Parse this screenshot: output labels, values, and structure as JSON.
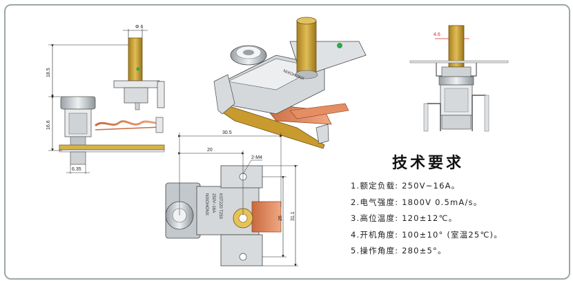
{
  "dimensions": {
    "phi6": "Φ 6",
    "d185": "18.5",
    "d166": "16.6",
    "d635": "6.35",
    "d46": "4.6",
    "d305": "30.5",
    "d20": "20",
    "hole_callout": "2-M4",
    "d26": "26",
    "d311": "31.1"
  },
  "part_labels": {
    "brand": "NIXOHONX",
    "rating": "250V~16A",
    "model": "KST220 T250"
  },
  "specs": {
    "title": "技术要求",
    "items": [
      "1.额定负载: 250V~16A。",
      "2.电气强度: 1800V 0.5mA/s。",
      "3.高位温度: 120±12℃。",
      "4.开机角度: 100±10°  (室温25℃)。",
      "5.操作角度: 280±5°。"
    ]
  },
  "colors": {
    "frame": "#9aa7a6",
    "shaft": "#c9a23a",
    "copper": "#d9805a",
    "metal": "#c8ced1",
    "dim_red": "#d22"
  }
}
